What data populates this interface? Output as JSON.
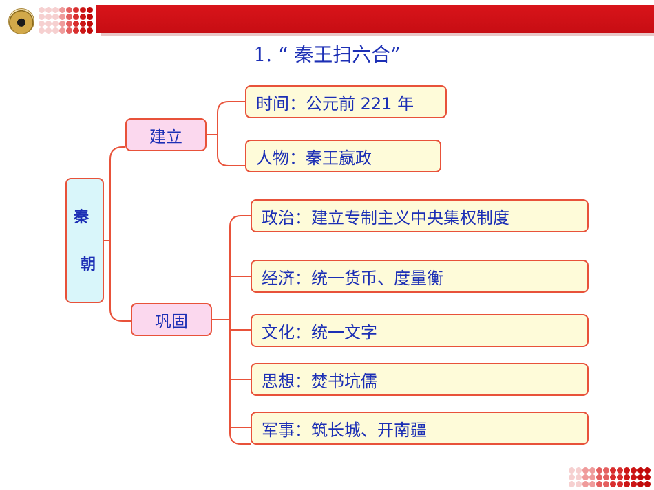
{
  "title": "1. “ 秦王扫六合”",
  "root": {
    "chars": [
      "秦",
      "朝"
    ]
  },
  "branches": [
    {
      "label": "建立",
      "items": [
        "时间：公元前 221 年",
        "人物：秦王嬴政"
      ]
    },
    {
      "label": "巩固",
      "items": [
        "政治：建立专制主义中央集权制度",
        "经济：统一货币、度量衡",
        "文化：统一文字",
        "思想：焚书坑儒",
        "军事：筑长城、开南疆"
      ]
    }
  ],
  "colors": {
    "header_red": "#c70d13",
    "text_blue": "#1c2fb5",
    "border_orange": "#e8523a",
    "root_fill": "#d9f6fa",
    "mid_fill": "#fbd8ee",
    "leaf_fill": "#fefbd9"
  },
  "icons": {
    "logo": "institution-logo-emblem"
  }
}
